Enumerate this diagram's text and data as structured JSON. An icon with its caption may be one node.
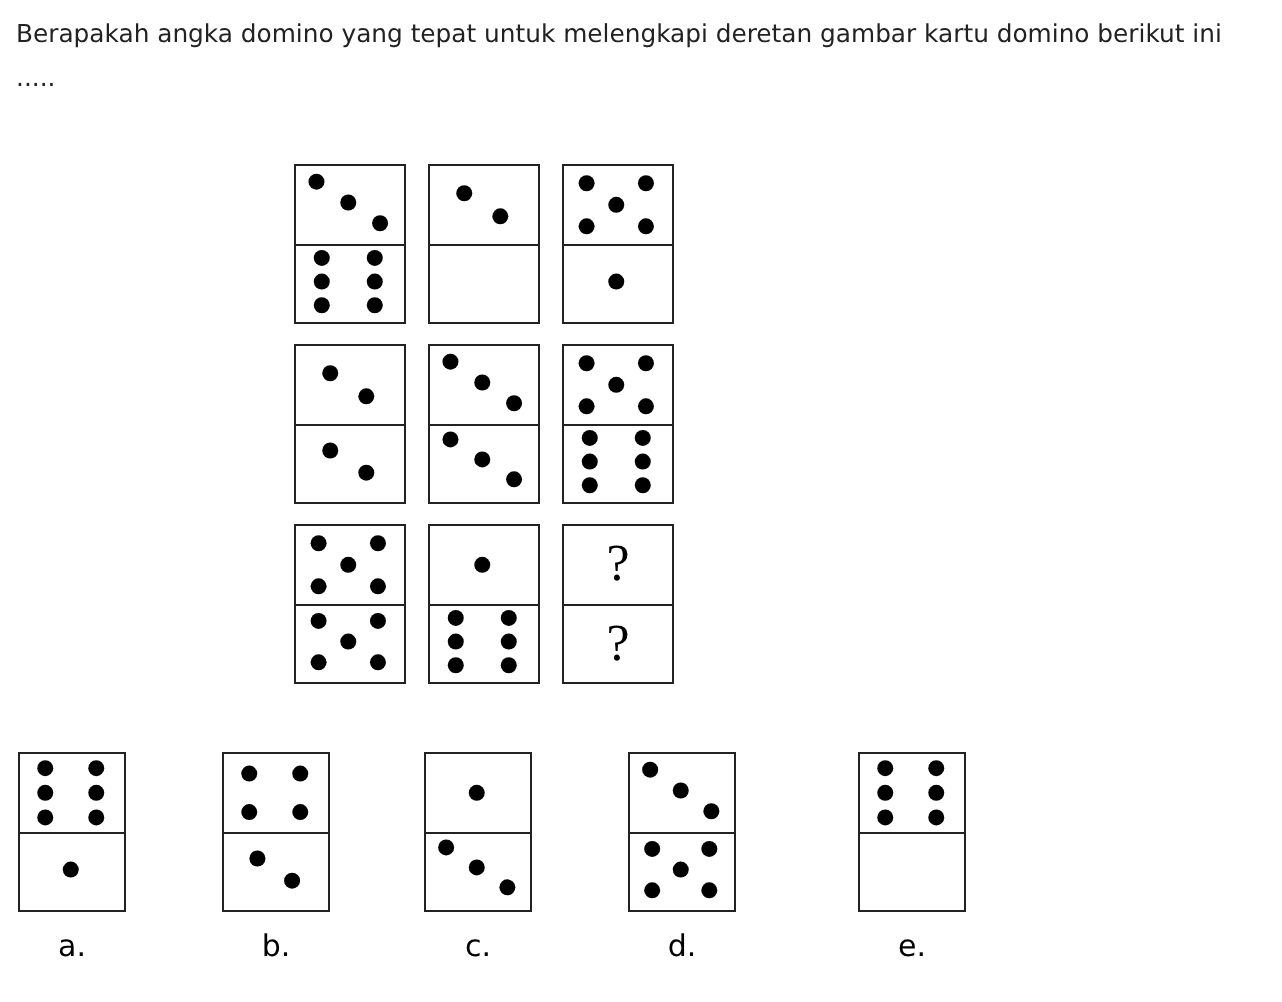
{
  "diagram": {
    "title": "Berapakah angka domino yang tepat untuk melengkapi deretan gambar kartu domino berikut ini .....",
    "nodes": [
      {
        "text": [],
        "shape": "box"
      },
      {
        "text": [],
        "shape": "box"
      },
      {
        "text": [],
        "shape": "box"
      },
      {
        "text": [],
        "shape": "box"
      },
      {
        "text": [],
        "shape": "box"
      },
      {
        "text": [],
        "shape": "box"
      },
      {
        "text": [],
        "shape": "box"
      },
      {
        "text": [],
        "shape": "box"
      },
      {
        "text": [
          "?",
          "?"
        ]
      },
      {
        "text": [],
        "shape": "box",
        "beside": [
          "a."
        ]
      },
      {
        "text": [],
        "shape": "box",
        "beside": [
          "b."
        ]
      },
      {
        "text": [],
        "shape": "box",
        "beside": [
          "c."
        ]
      },
      {
        "text": [],
        "shape": "box",
        "beside": [
          "d."
        ]
      },
      {
        "text": [],
        "shape": "box",
        "beside": [
          "e."
        ]
      }
    ]
  }
}
